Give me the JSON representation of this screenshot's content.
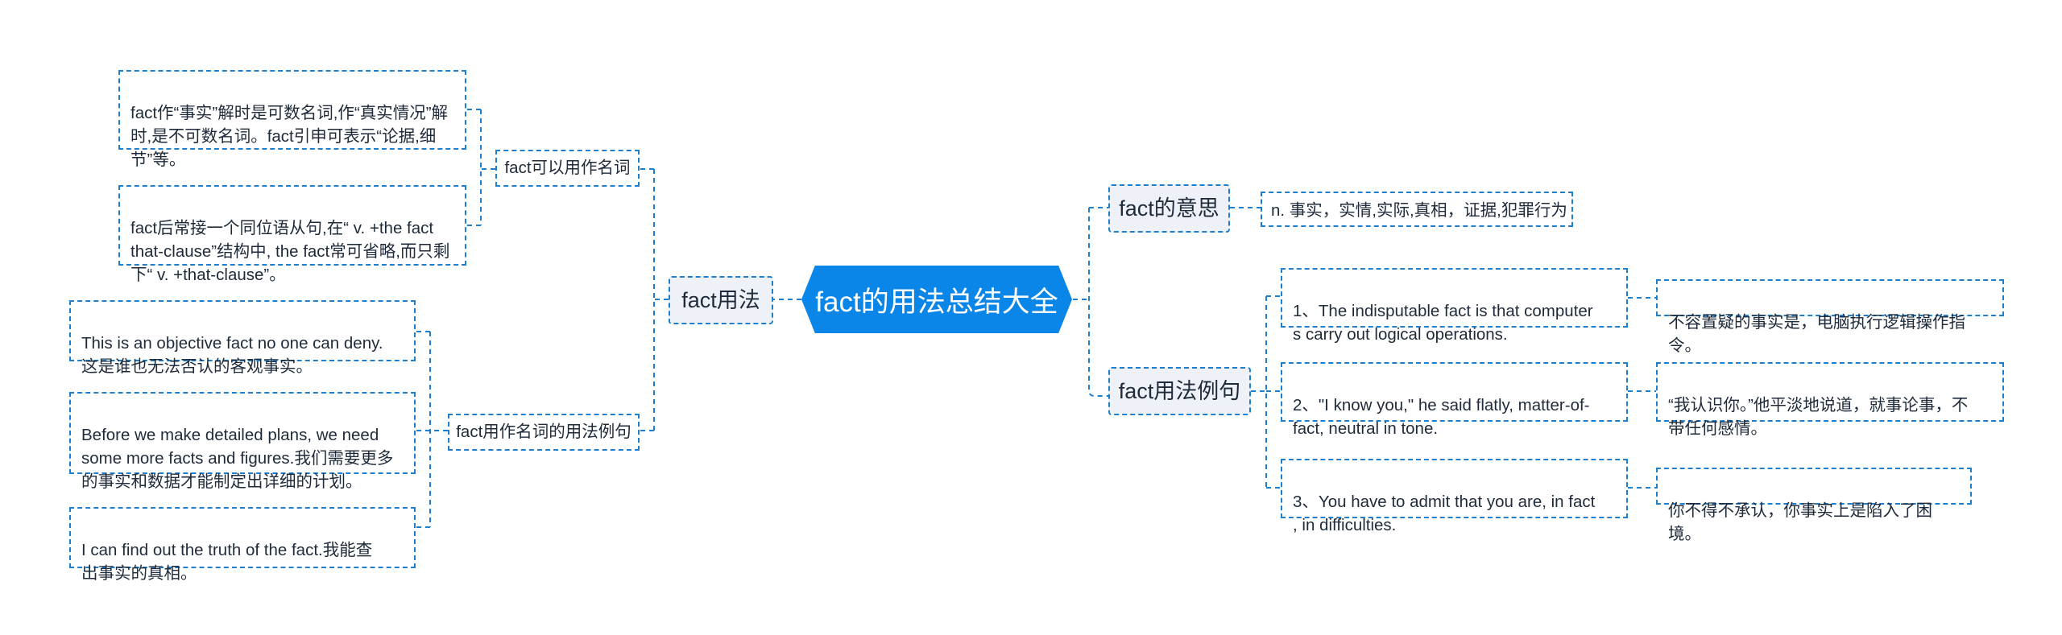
{
  "root": {
    "title": "fact的用法总结大全"
  },
  "colors": {
    "accent": "#0a86e8",
    "line": "#1e7fcf",
    "main_node_bg": "#eef2f8"
  },
  "left": {
    "usage": {
      "label": "fact用法",
      "noun": {
        "label": "fact可以用作名词",
        "notes": [
          "fact作“事实”解时是可数名词,作“真实情况”解时,是不可数名词。fact引申可表示“论据,细节”等。",
          "fact后常接一个同位语从句,在“ v. +the fact that-clause”结构中, the fact常可省略,而只剩下“ v. +that-clause”。"
        ]
      },
      "examples": {
        "label": "fact用作名词的用法例句",
        "items": [
          "This is an objective fact no one can deny.\n这是谁也无法否认的客观事实。",
          "Before we make detailed plans, we need\nsome more facts and figures.我们需要更多\n的事实和数据才能制定出详细的计划。",
          "I can find out the truth of the fact.我能查\n出事实的真相。"
        ]
      }
    }
  },
  "right": {
    "meaning": {
      "label": "fact的意思",
      "value": "n. 事实，实情,实际,真相，证据,犯罪行为"
    },
    "sentences": {
      "label": "fact用法例句",
      "items": [
        {
          "en": "1、The indisputable fact is that computer\ns carry out logical operations.",
          "zh": "不容置疑的事实是，电脑执行逻辑操作指令。"
        },
        {
          "en": "2、\"I know you,\" he said flatly, matter-of-\nfact, neutral in tone.",
          "zh": "“我认识你。”他平淡地说道，就事论事，不\n带任何感情。"
        },
        {
          "en": "3、You have to admit that you are, in fact\n, in difficulties.",
          "zh": "你不得不承认，你事实上是陷入了困境。"
        }
      ]
    }
  }
}
